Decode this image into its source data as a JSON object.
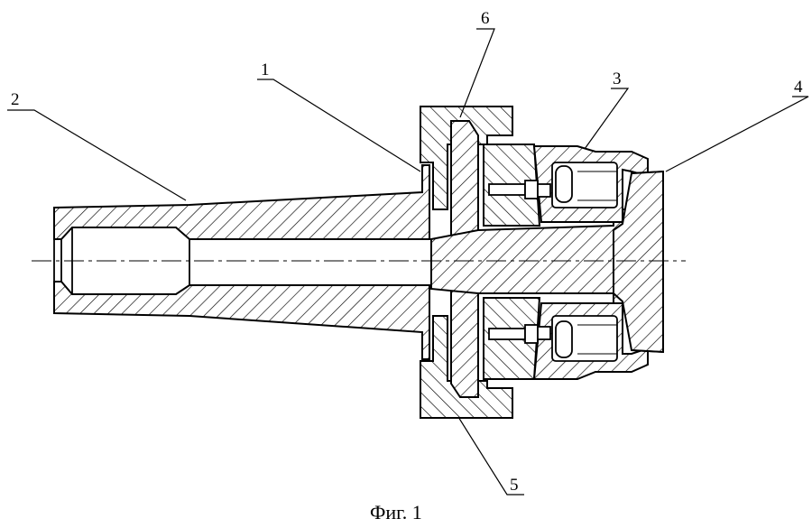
{
  "figure": {
    "caption": "Фиг. 1",
    "callouts": [
      "1",
      "2",
      "3",
      "4",
      "5",
      "6"
    ]
  }
}
